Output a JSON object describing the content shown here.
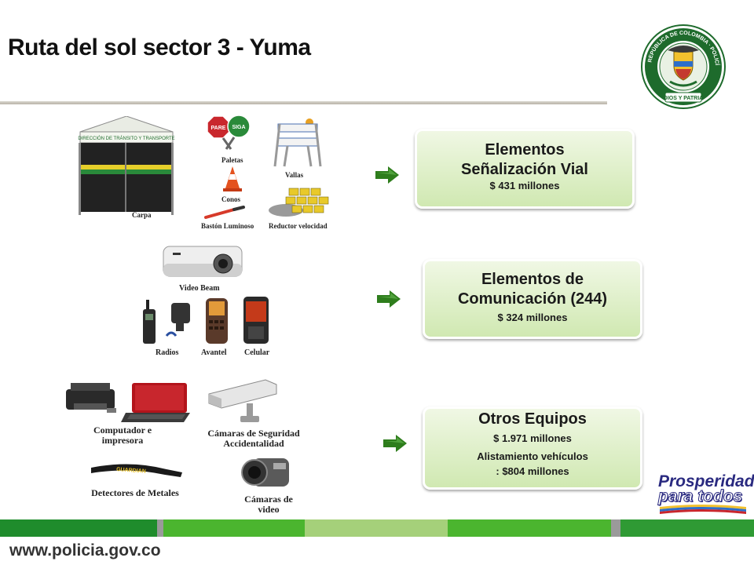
{
  "slide": {
    "title": "Ruta del sol sector 3 - Yuma",
    "footer_url": "www.policia.gov.co",
    "prosperidad_line1": "Prosperidad",
    "prosperidad_line2": "para todos"
  },
  "seal": {
    "ring_text": "REPÚBLICA DE COLOMBIA · POLICÍA NACIONAL",
    "motto": "DIOS Y PATRIA"
  },
  "group1": {
    "labels": {
      "carpa": "Carpa",
      "paletas": "Paletas",
      "vallas": "Vallas",
      "conos": "Conos",
      "baston": "Bastón Luminoso",
      "reductor": "Reductor velocidad",
      "pare": "PARE",
      "siga": "SIGA",
      "tent_banner": "DIRECCIÓN DE TRÁNSITO Y TRANSPORTE"
    },
    "card": {
      "heading_line1": "Elementos",
      "heading_line2": "Señalización Vial",
      "amount": "$ 431 millones"
    }
  },
  "group2": {
    "labels": {
      "video_beam": "Video Beam",
      "radios": "Radios",
      "avantel": "Avantel",
      "celular": "Celular"
    },
    "card": {
      "heading_line1": "Elementos de",
      "heading_line2": "Comunicación (244)",
      "amount": "$ 324 millones"
    }
  },
  "group3": {
    "labels": {
      "computador": "Computador e impresora",
      "camaras_seg": "Cámaras de Seguridad Accidentalidad",
      "detectores": "Detectores de Metales",
      "camaras_video": "Cámaras de video",
      "detector_brand": "GUARDIAN"
    },
    "card": {
      "heading": "Otros Equipos",
      "amount": "$ 1.971 millones",
      "note_line1": "Alistamiento vehículos",
      "note_line2": ": $804 millones"
    }
  },
  "colors": {
    "card_top": "#f1f8e6",
    "card_bottom": "#cfe8b0",
    "arrow": "#2e7d1c",
    "stripe": [
      "#1f8c2c",
      "#9a9a9a",
      "#4bb52f",
      "#a5d07a",
      "#3a9a3a"
    ],
    "footer_text": "#333333"
  }
}
